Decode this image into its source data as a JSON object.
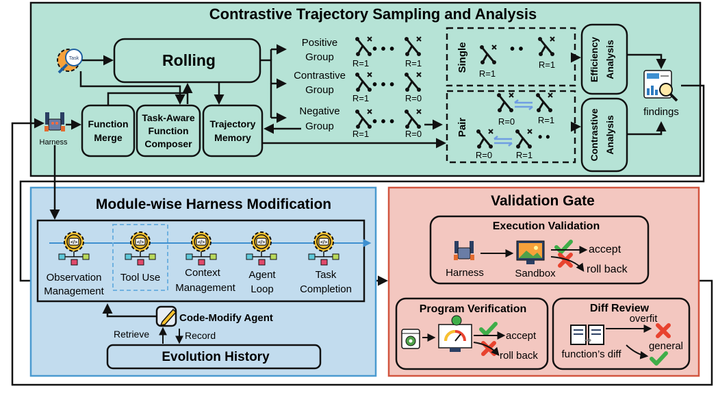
{
  "top": {
    "title": "Contrastive Trajectory Sampling and Analysis",
    "task": "Task",
    "harness": "Harness",
    "rolling": "Rolling",
    "function_merge": [
      "Function",
      "Merge"
    ],
    "composer": [
      "Task-Aware",
      "Function",
      "Composer"
    ],
    "trajectory_memory": [
      "Trajectory",
      "Memory"
    ],
    "groups": {
      "positive": [
        "Positive",
        "Group"
      ],
      "contrastive": [
        "Contrastive",
        "Group"
      ],
      "negative": [
        "Negative",
        "Group"
      ]
    },
    "rewards": {
      "positive": [
        "R=1",
        "R=1"
      ],
      "contrastive": [
        "R=1",
        "R=0"
      ],
      "negative": [
        "R=1",
        "R=0"
      ]
    },
    "single": "Single",
    "single_rewards": [
      "R=1",
      "R=1"
    ],
    "pair": "Pair",
    "pair_rewards_top": [
      "R=0",
      "R=1"
    ],
    "pair_rewards_bottom": [
      "R=0",
      "R=1"
    ],
    "efficiency": [
      "Efficiency",
      "Analysis"
    ],
    "contrastive_analysis": [
      "Contrastive",
      "Analysis"
    ],
    "findings": "findings"
  },
  "module": {
    "title": "Module-wise Harness Modification",
    "modules": [
      {
        "lines": [
          "Observation",
          "Management"
        ]
      },
      {
        "lines": [
          "Tool Use"
        ]
      },
      {
        "lines": [
          "Context",
          "Management"
        ]
      },
      {
        "lines": [
          "Agent",
          "Loop"
        ]
      },
      {
        "lines": [
          "Task",
          "Completion"
        ]
      }
    ],
    "agent": "Code-Modify Agent",
    "retrieve": "Retrieve",
    "record": "Record",
    "history": "Evolution History"
  },
  "validation": {
    "title": "Validation Gate",
    "execution": {
      "title": "Execution Validation",
      "harness": "Harness",
      "sandbox": "Sandbox",
      "accept": "accept",
      "rollback": "roll back"
    },
    "program": {
      "title": "Program Verification",
      "accept": "accept",
      "rollback": "roll back"
    },
    "diff": {
      "title": "Diff Review",
      "overfit": "overfit",
      "general": "general",
      "label": "function’s diff"
    }
  },
  "colors": {
    "top_bg": "#b6e3d6",
    "module_bg": "#c2dcee",
    "module_border": "#4a9ad0",
    "validation_bg": "#f3c7c0",
    "validation_border": "#d2553f",
    "check": "#3fae49",
    "cross": "#e8432f",
    "pair_arrow": "#6f9de2"
  },
  "icons": [
    "task-gear-icon",
    "harness-robot-icon",
    "trajectory-icon",
    "module-gear-icon",
    "pencil-icon",
    "sandbox-monitor-icon",
    "gauge-monitor-icon",
    "document-diff-icon",
    "findings-report-icon",
    "check-icon",
    "cross-icon"
  ]
}
